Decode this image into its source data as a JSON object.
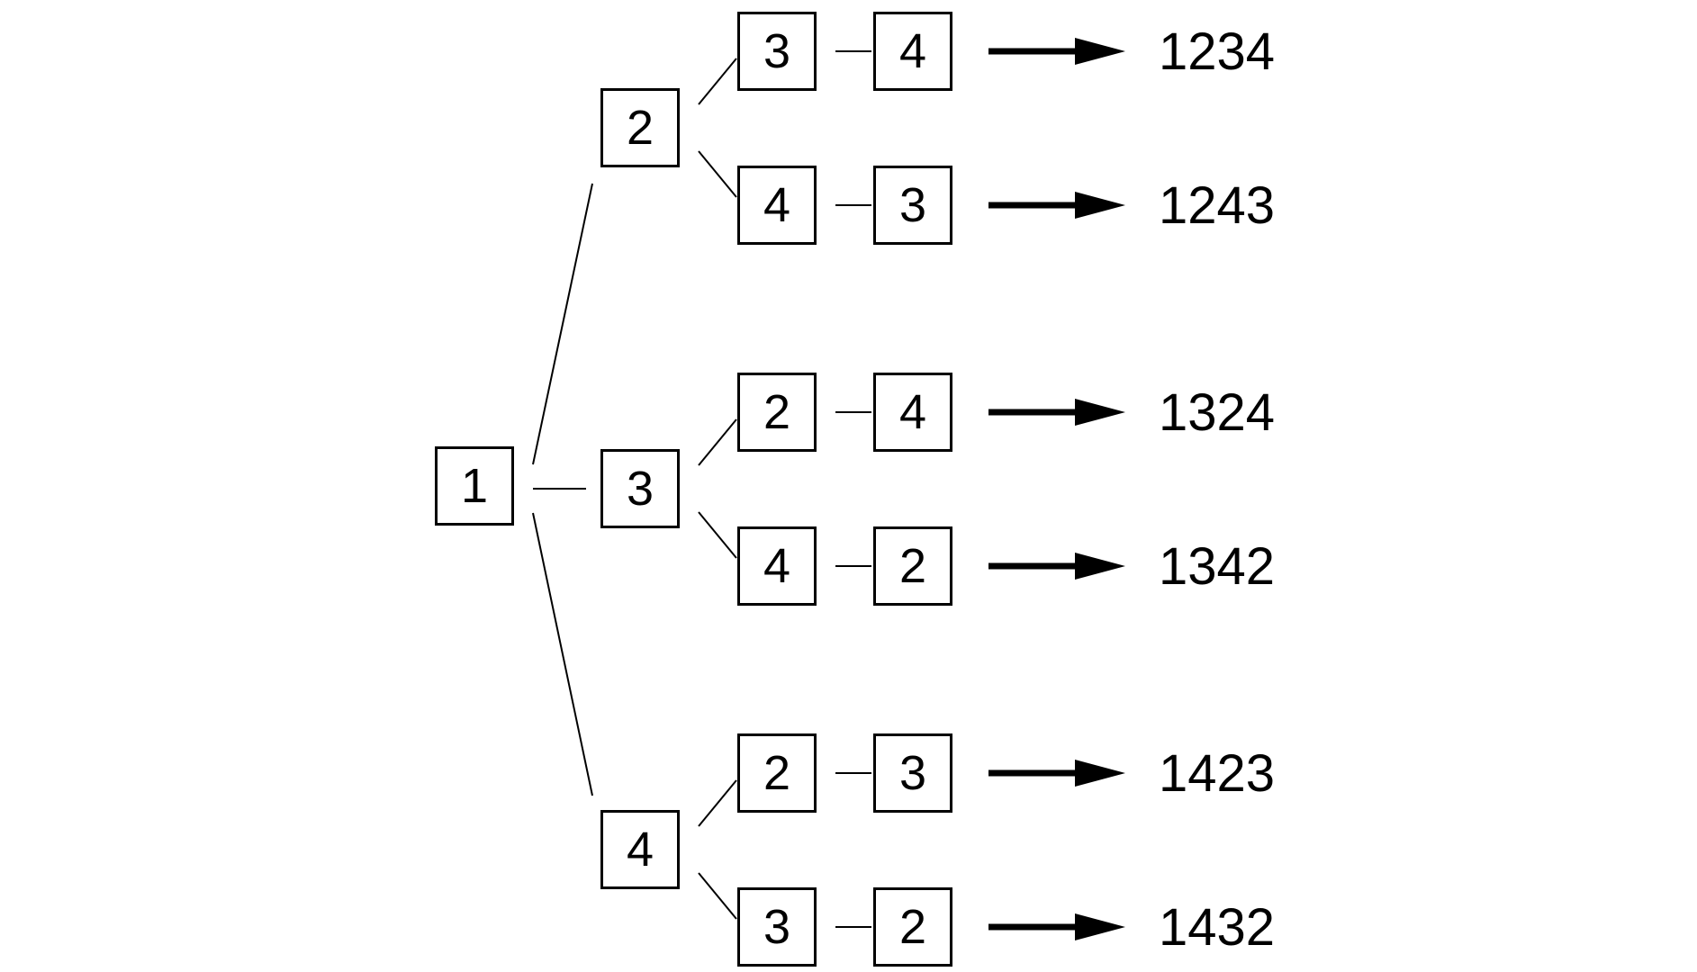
{
  "tree": {
    "root": "1",
    "branches": [
      {
        "node": "2",
        "children": [
          {
            "second": "3",
            "third": "4",
            "result": "1234"
          },
          {
            "second": "4",
            "third": "3",
            "result": "1243"
          }
        ]
      },
      {
        "node": "3",
        "children": [
          {
            "second": "2",
            "third": "4",
            "result": "1324"
          },
          {
            "second": "4",
            "third": "2",
            "result": "1342"
          }
        ]
      },
      {
        "node": "4",
        "children": [
          {
            "second": "2",
            "third": "3",
            "result": "1423"
          },
          {
            "second": "3",
            "third": "2",
            "result": "1432"
          }
        ]
      }
    ]
  },
  "colors": {
    "line": "#000000",
    "background": "#ffffff"
  }
}
